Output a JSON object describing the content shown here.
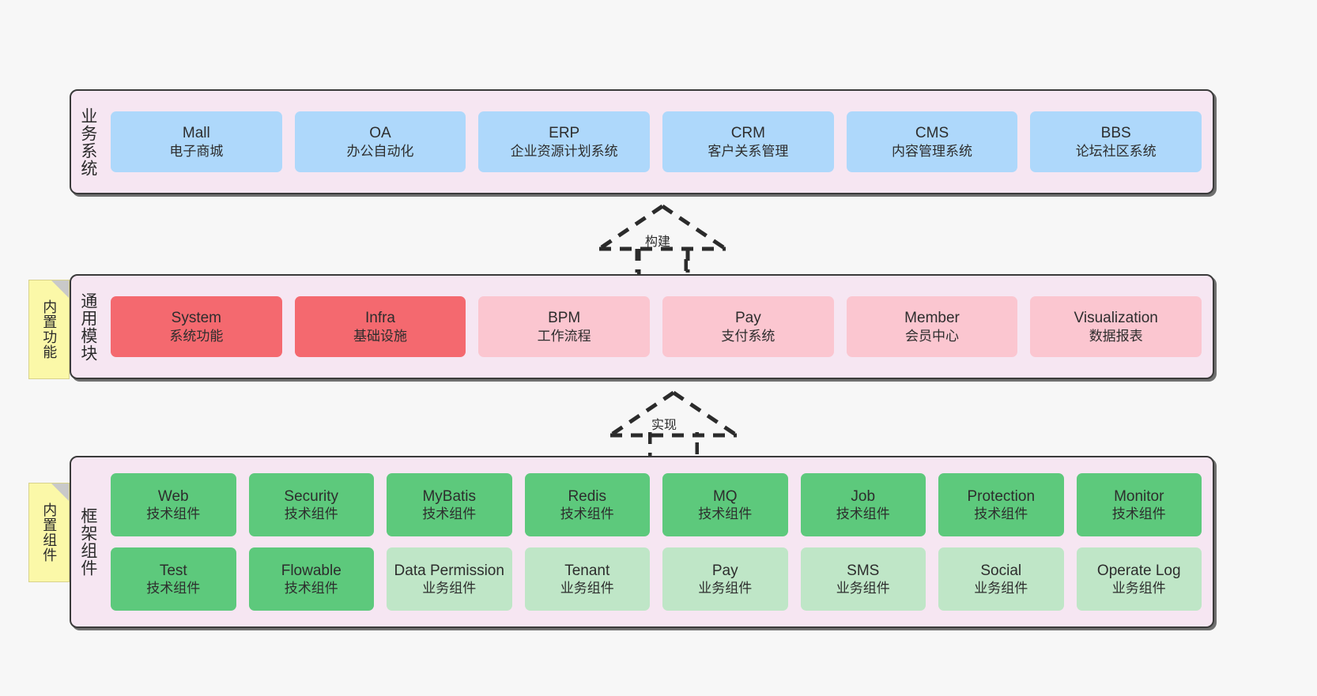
{
  "diagram": {
    "background_color": "#f7f7f7",
    "panel_color": "#f6e6f2",
    "note_color": "#fbf8a8"
  },
  "layers": [
    {
      "id": "business",
      "title": "业务系统",
      "rows": [
        [
          {
            "name": "Mall",
            "sub": "电子商城",
            "color": "#aed8fb"
          },
          {
            "name": "OA",
            "sub": "办公自动化",
            "color": "#aed8fb"
          },
          {
            "name": "ERP",
            "sub": "企业资源计划系统",
            "color": "#aed8fb"
          },
          {
            "name": "CRM",
            "sub": "客户关系管理",
            "color": "#aed8fb"
          },
          {
            "name": "CMS",
            "sub": "内容管理系统",
            "color": "#aed8fb"
          },
          {
            "name": "BBS",
            "sub": "论坛社区系统",
            "color": "#aed8fb"
          }
        ]
      ]
    },
    {
      "id": "common",
      "title": "通用模块",
      "note": "内置功能",
      "rows": [
        [
          {
            "name": "System",
            "sub": "系统功能",
            "color": "#f4696f"
          },
          {
            "name": "Infra",
            "sub": "基础设施",
            "color": "#f4696f"
          },
          {
            "name": "BPM",
            "sub": "工作流程",
            "color": "#fbc6d0"
          },
          {
            "name": "Pay",
            "sub": "支付系统",
            "color": "#fbc6d0"
          },
          {
            "name": "Member",
            "sub": "会员中心",
            "color": "#fbc6d0"
          },
          {
            "name": "Visualization",
            "sub": "数据报表",
            "color": "#fbc6d0"
          }
        ]
      ]
    },
    {
      "id": "framework",
      "title": "框架组件",
      "note": "内置组件",
      "rows": [
        [
          {
            "name": "Web",
            "sub": "技术组件",
            "color": "#5dc97c"
          },
          {
            "name": "Security",
            "sub": "技术组件",
            "color": "#5dc97c"
          },
          {
            "name": "MyBatis",
            "sub": "技术组件",
            "color": "#5dc97c"
          },
          {
            "name": "Redis",
            "sub": "技术组件",
            "color": "#5dc97c"
          },
          {
            "name": "MQ",
            "sub": "技术组件",
            "color": "#5dc97c"
          },
          {
            "name": "Job",
            "sub": "技术组件",
            "color": "#5dc97c"
          },
          {
            "name": "Protection",
            "sub": "技术组件",
            "color": "#5dc97c"
          },
          {
            "name": "Monitor",
            "sub": "技术组件",
            "color": "#5dc97c"
          }
        ],
        [
          {
            "name": "Test",
            "sub": "技术组件",
            "color": "#5dc97c"
          },
          {
            "name": "Flowable",
            "sub": "技术组件",
            "color": "#5dc97c"
          },
          {
            "name": "Data Permission",
            "sub": "业务组件",
            "color": "#bfe6c7"
          },
          {
            "name": "Tenant",
            "sub": "业务组件",
            "color": "#bfe6c7"
          },
          {
            "name": "Pay",
            "sub": "业务组件",
            "color": "#bfe6c7"
          },
          {
            "name": "SMS",
            "sub": "业务组件",
            "color": "#bfe6c7"
          },
          {
            "name": "Social",
            "sub": "业务组件",
            "color": "#bfe6c7"
          },
          {
            "name": "Operate Log",
            "sub": "业务组件",
            "color": "#bfe6c7"
          }
        ]
      ]
    }
  ],
  "connectors": [
    {
      "id": "build",
      "label": "构建",
      "style": "dashed-generalization-up"
    },
    {
      "id": "impl",
      "label": "实现",
      "style": "dashed-generalization-up"
    }
  ]
}
